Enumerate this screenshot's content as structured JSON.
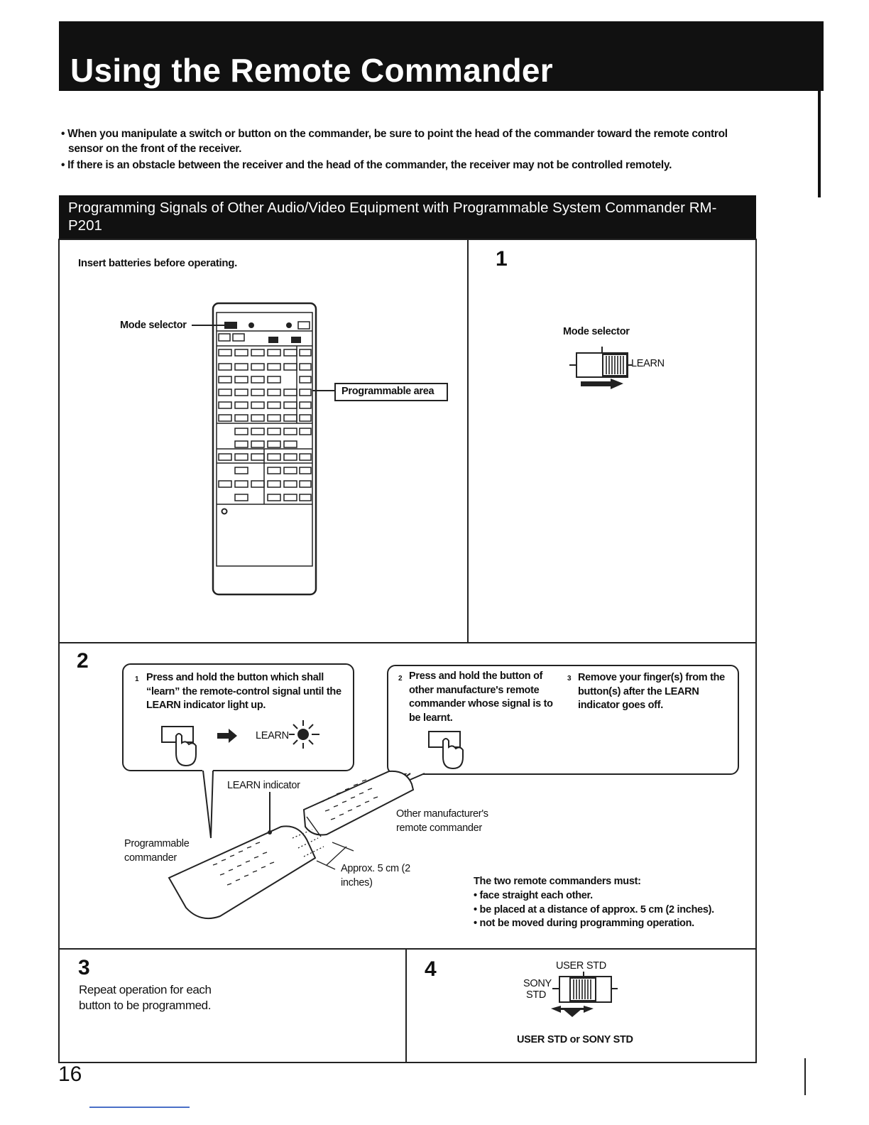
{
  "title": "Using the Remote Commander",
  "intro_bullets": [
    "When you manipulate a switch or button on the commander, be sure to point the head of the commander toward the remote control sensor on the front of the receiver.",
    "If there is an obstacle between the receiver and the head of the commander, the receiver may not be controlled remotely."
  ],
  "section_title": "Programming Signals of Other Audio/Video Equipment with Programmable System Commander RM-P201",
  "panel_left": {
    "text": "Insert batteries before operating.",
    "label_mode_selector": "Mode selector",
    "label_programmable_area": "Programmable area"
  },
  "step1": {
    "number": "1",
    "label_mode_selector": "Mode selector",
    "label_learn": "LEARN"
  },
  "step2": {
    "number": "2",
    "sub1_num": "1",
    "sub1_text": "Press and hold the button which shall “learn” the remote-control signal until the LEARN indicator light up.",
    "sub1_learn": "LEARN",
    "sub2_num": "2",
    "sub2_text": "Press and hold the button of other manufacture's remote commander whose signal is to be learnt.",
    "sub3_num": "3",
    "sub3_text": "Remove your finger(s) from the button(s) after the LEARN indicator goes off.",
    "label_learn_indicator": "LEARN indicator",
    "label_other_commander": "Other manufacturer's remote commander",
    "label_programmable_commander": "Programmable commander",
    "label_distance": "Approx. 5 cm (2 inches)",
    "must_title": "The two remote commanders must:",
    "must_items": [
      "face straight each other.",
      "be placed at a distance of approx. 5 cm (2 inches).",
      "not be moved during programming operation."
    ]
  },
  "step3": {
    "number": "3",
    "text": "Repeat operation for each button to be programmed."
  },
  "step4": {
    "number": "4",
    "label_user_std": "USER STD",
    "label_sony": "SONY",
    "label_std": "STD",
    "caption": "USER STD or SONY STD"
  },
  "page_number": "16"
}
